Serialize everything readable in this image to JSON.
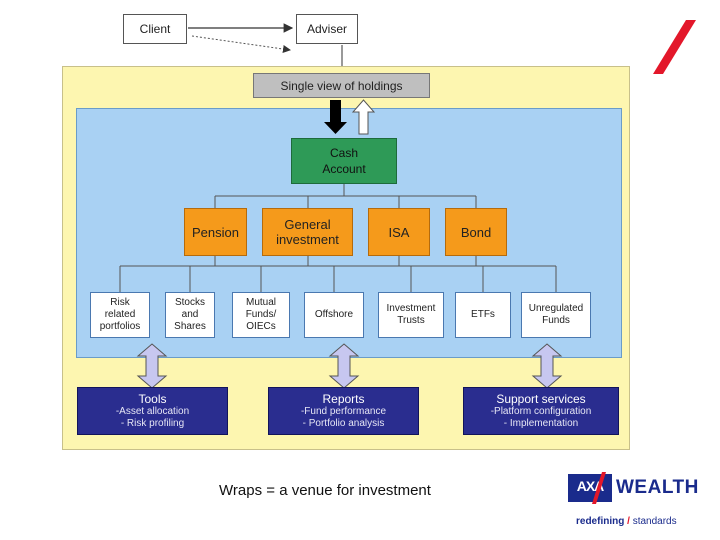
{
  "top": {
    "client": "Client",
    "adviser": "Adviser"
  },
  "single_view": "Single view of holdings",
  "cash_account": "Cash Account",
  "wrappers": [
    "Pension",
    "General investment",
    "ISA",
    "Bond"
  ],
  "assets": [
    "Risk related portfolios",
    "Stocks and Shares",
    "Mutual Funds/ OIECs",
    "Offshore",
    "Investment Trusts",
    "ETFs",
    "Unregulated Funds"
  ],
  "services": [
    {
      "title": "Tools",
      "lines": [
        "-Asset allocation",
        "- Risk profiling"
      ]
    },
    {
      "title": "Reports",
      "lines": [
        "-Fund performance",
        "- Portfolio analysis"
      ]
    },
    {
      "title": "Support services",
      "lines": [
        "-Platform configuration",
        "- Implementation"
      ]
    }
  ],
  "caption": "Wraps = a venue for investment",
  "logo": {
    "brand": "AXA",
    "word": "WEALTH",
    "tagline_a": "redefining",
    "tagline_b": "standards"
  },
  "colors": {
    "yellow": "#fdf6b0",
    "blue": "#a9d1f3",
    "green": "#2e9a57",
    "orange": "#f59a1b",
    "navy": "#2a2d8f",
    "red": "#e3172a"
  }
}
